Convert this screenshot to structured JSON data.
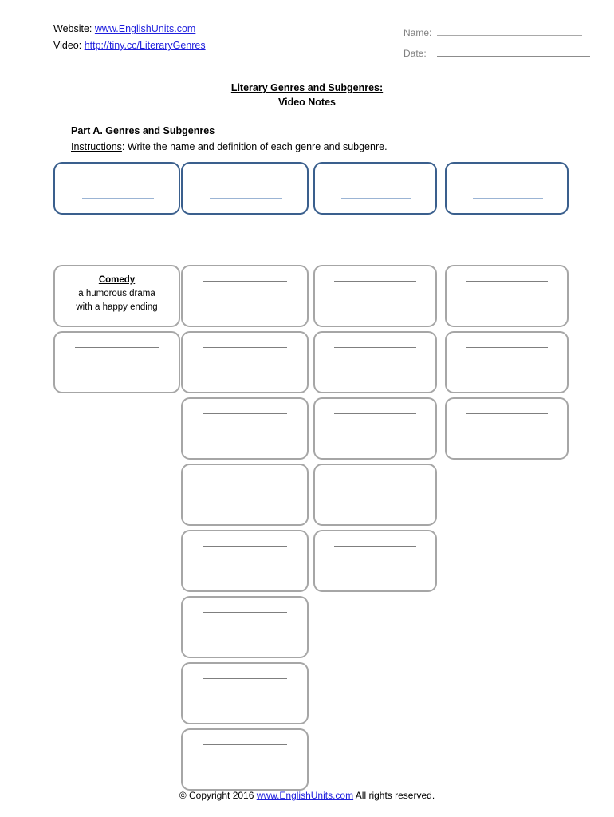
{
  "header": {
    "website_label": "Website:",
    "website_link": "www.EnglishUnits.com",
    "video_label": "Video:",
    "video_link": "http://tiny.cc/LiteraryGenres",
    "name_label": "Name:",
    "date_label": "Date:",
    "name_value": "",
    "date_value": ""
  },
  "title": {
    "line1": "Literary Genres and Subgenres:",
    "line2": "Video Notes"
  },
  "part_a": {
    "heading": "Part A. Genres and Subgenres",
    "instructions_label": "Instructions",
    "instructions_text": ": Write the name and definition of each genre and subgenre."
  },
  "colors": {
    "genre_box_border": "#3a5f8d",
    "subgenre_box_border": "#a6a6a6",
    "link": "#1f1fdd",
    "field_label": "#808080",
    "genre_blank_line": "#9bb4d4",
    "subgenre_blank_line": "#7f7f7f"
  },
  "genre_boxes": [
    {
      "id": "genre-1",
      "value": ""
    },
    {
      "id": "genre-2",
      "value": ""
    },
    {
      "id": "genre-3",
      "value": ""
    },
    {
      "id": "genre-4",
      "value": ""
    }
  ],
  "subgenre_boxes": [
    {
      "id": "subgenre-r1c1",
      "row": 1,
      "col": 1,
      "term": "Comedy",
      "definition_line1": "a humorous drama",
      "definition_line2": "with a happy ending",
      "filled": true
    },
    {
      "id": "subgenre-r1c2",
      "row": 1,
      "col": 2,
      "value": "",
      "filled": false
    },
    {
      "id": "subgenre-r1c3",
      "row": 1,
      "col": 3,
      "value": "",
      "filled": false
    },
    {
      "id": "subgenre-r1c4",
      "row": 1,
      "col": 4,
      "value": "",
      "filled": false
    },
    {
      "id": "subgenre-r2c1",
      "row": 2,
      "col": 1,
      "value": "",
      "filled": false
    },
    {
      "id": "subgenre-r2c2",
      "row": 2,
      "col": 2,
      "value": "",
      "filled": false
    },
    {
      "id": "subgenre-r2c3",
      "row": 2,
      "col": 3,
      "value": "",
      "filled": false
    },
    {
      "id": "subgenre-r2c4",
      "row": 2,
      "col": 4,
      "value": "",
      "filled": false
    },
    {
      "id": "subgenre-r3c2",
      "row": 3,
      "col": 2,
      "value": "",
      "filled": false
    },
    {
      "id": "subgenre-r3c3",
      "row": 3,
      "col": 3,
      "value": "",
      "filled": false
    },
    {
      "id": "subgenre-r3c4",
      "row": 3,
      "col": 4,
      "value": "",
      "filled": false
    },
    {
      "id": "subgenre-r4c2",
      "row": 4,
      "col": 2,
      "value": "",
      "filled": false
    },
    {
      "id": "subgenre-r4c3",
      "row": 4,
      "col": 3,
      "value": "",
      "filled": false
    },
    {
      "id": "subgenre-r5c2",
      "row": 5,
      "col": 2,
      "value": "",
      "filled": false
    },
    {
      "id": "subgenre-r5c3",
      "row": 5,
      "col": 3,
      "value": "",
      "filled": false
    },
    {
      "id": "subgenre-r6c2",
      "row": 6,
      "col": 2,
      "value": "",
      "filled": false
    },
    {
      "id": "subgenre-r7c2",
      "row": 7,
      "col": 2,
      "value": "",
      "filled": false
    },
    {
      "id": "subgenre-r8c2",
      "row": 8,
      "col": 2,
      "value": "",
      "filled": false
    }
  ],
  "footer": {
    "copyright_prefix": "© Copyright  2016 ",
    "link": "www.EnglishUnits.com",
    "copyright_suffix": "  All rights reserved."
  }
}
